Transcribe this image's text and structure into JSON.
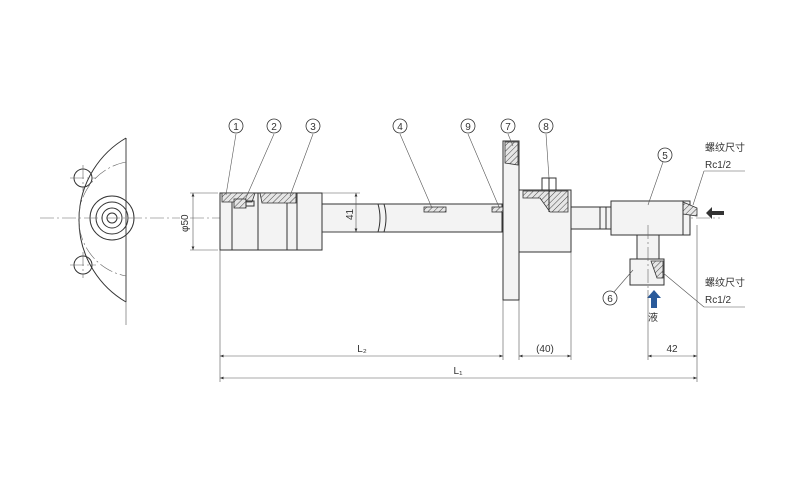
{
  "callouts": [
    {
      "n": "1"
    },
    {
      "n": "2"
    },
    {
      "n": "3"
    },
    {
      "n": "4"
    },
    {
      "n": "9"
    },
    {
      "n": "7"
    },
    {
      "n": "8"
    },
    {
      "n": "5"
    },
    {
      "n": "6"
    }
  ],
  "dimensions": {
    "phi50": "φ50",
    "d41": "41",
    "l2": "L₂",
    "l1": "L₁",
    "forty": "(40)",
    "fortytwo": "42"
  },
  "labels": {
    "thread_size_top": "螺纹尺寸",
    "thread_value_top": "Rc1/2",
    "thread_size_bottom": "螺纹尺寸",
    "thread_value_bottom": "Rc1/2",
    "liquid": "液"
  },
  "colors": {
    "line": "#333333",
    "fill": "#f3f3f3",
    "arrow_blue": "#2a5a9a"
  }
}
